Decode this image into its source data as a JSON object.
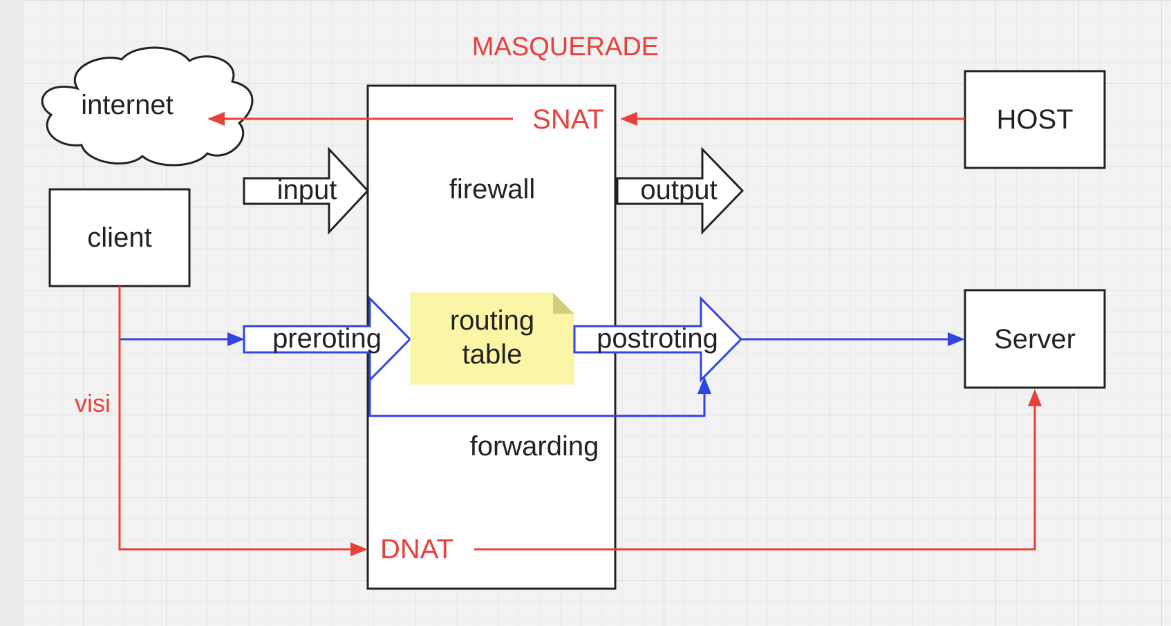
{
  "title": "MASQUERADE",
  "nodes": {
    "internet": "internet",
    "client": "client",
    "host": "HOST",
    "server": "Server",
    "firewall": "firewall",
    "routing_table_line1": "routing",
    "routing_table_line2": "table",
    "forwarding": "forwarding"
  },
  "chains": {
    "input": "input",
    "output": "output",
    "prerouting": "preroting",
    "postrouting": "postroting"
  },
  "nat": {
    "snat": "SNAT",
    "dnat": "DNAT",
    "visit": "visi"
  },
  "colors": {
    "red": "#e8403a",
    "blue": "#2f45e6",
    "note_fill": "#fbf6a6",
    "note_fold": "#d2cd7a",
    "stroke": "#222222",
    "grid": "#dedede",
    "background": "#f2f2f2"
  }
}
